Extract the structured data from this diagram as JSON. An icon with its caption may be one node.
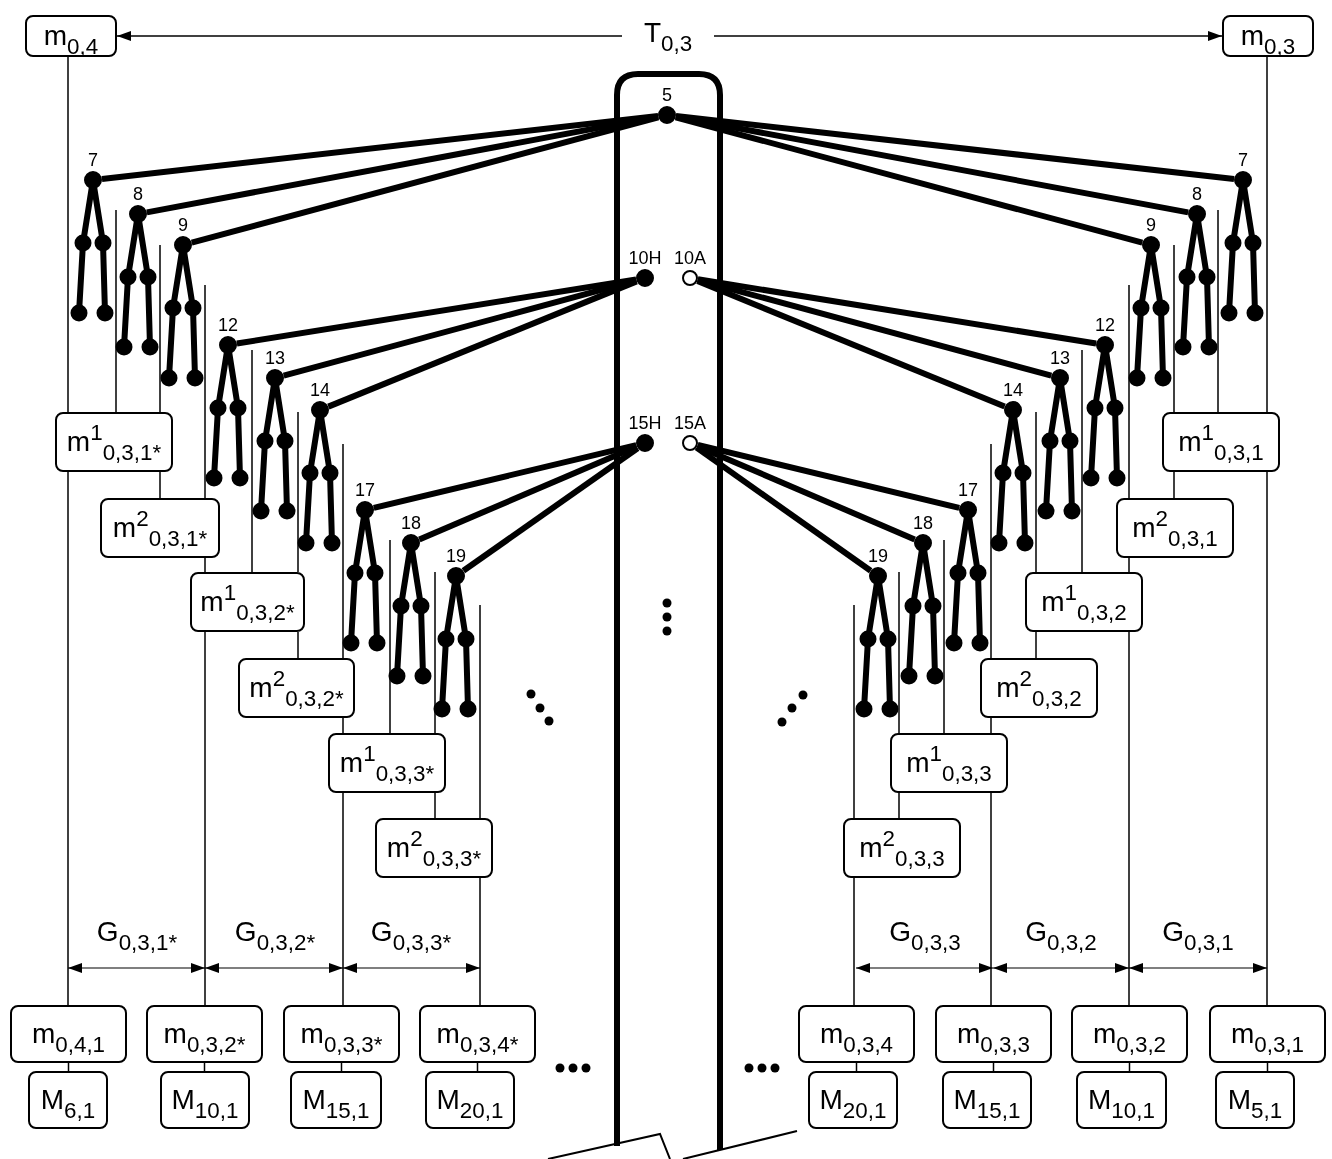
{
  "diagram": {
    "nodes": [
      {
        "text": [
          "m$_{0,4}$"
        ]
      },
      {
        "text": [
          "T$_{0,3}$"
        ]
      },
      {
        "text": [
          "m$_{0,3}$"
        ]
      },
      {
        "text": [],
        "shape": "dot",
        "beside": [
          "5"
        ]
      },
      {
        "text": [],
        "shape": "dot",
        "beside": [
          "10H"
        ]
      },
      {
        "text": [],
        "shape": "circle",
        "beside": [
          "10A"
        ]
      },
      {
        "text": [],
        "shape": "dot",
        "beside": [
          "15H"
        ]
      },
      {
        "text": [],
        "shape": "circle",
        "beside": [
          "15A"
        ]
      },
      {
        "text": [],
        "shape": "dot",
        "beside": [
          "7"
        ]
      },
      {
        "text": [],
        "shape": "dot",
        "beside": [
          "8"
        ]
      },
      {
        "text": [],
        "shape": "dot",
        "beside": [
          "9"
        ]
      },
      {
        "text": [],
        "shape": "dot",
        "beside": [
          "12"
        ]
      },
      {
        "text": [],
        "shape": "dot",
        "beside": [
          "13"
        ]
      },
      {
        "text": [],
        "shape": "dot",
        "beside": [
          "14"
        ]
      },
      {
        "text": [],
        "shape": "dot",
        "beside": [
          "17"
        ]
      },
      {
        "text": [],
        "shape": "dot",
        "beside": [
          "18"
        ]
      },
      {
        "text": [],
        "shape": "dot",
        "beside": [
          "19"
        ]
      },
      {
        "text": [],
        "shape": "dot",
        "beside": [
          "7"
        ]
      },
      {
        "text": [],
        "shape": "dot",
        "beside": [
          "8"
        ]
      },
      {
        "text": [],
        "shape": "dot",
        "beside": [
          "9"
        ]
      },
      {
        "text": [],
        "shape": "dot",
        "beside": [
          "12"
        ]
      },
      {
        "text": [],
        "shape": "dot",
        "beside": [
          "13"
        ]
      },
      {
        "text": [],
        "shape": "dot",
        "beside": [
          "14"
        ]
      },
      {
        "text": [],
        "shape": "dot",
        "beside": [
          "17"
        ]
      },
      {
        "text": [],
        "shape": "dot",
        "beside": [
          "18"
        ]
      },
      {
        "text": [],
        "shape": "dot",
        "beside": [
          "19"
        ]
      },
      {
        "text": [
          "m$^{1}$$_{0,3,1*}$"
        ]
      },
      {
        "text": [
          "m$^{2}$$_{0,3,1*}$"
        ]
      },
      {
        "text": [
          "m$^{1}$$_{0,3,2*}$"
        ]
      },
      {
        "text": [
          "m$^{2}$$_{0,3,2*}$"
        ]
      },
      {
        "text": [
          "m$^{1}$$_{0,3,3*}$"
        ]
      },
      {
        "text": [
          "m$^{2}$$_{0,3,3*}$"
        ]
      },
      {
        "text": [
          "m$^{1}$$_{0,3,1}$"
        ]
      },
      {
        "text": [
          "m$^{2}$$_{0,3,1}$"
        ]
      },
      {
        "text": [
          "m$^{1}$$_{0,3,2}$"
        ]
      },
      {
        "text": [
          "m$^{2}$$_{0,3,2}$"
        ]
      },
      {
        "text": [
          "m$^{1}$$_{0,3,3}$"
        ]
      },
      {
        "text": [
          "m$^{2}$$_{0,3,3}$"
        ]
      },
      {
        "text": [
          "m$_{0,4,1}$"
        ]
      },
      {
        "text": [
          "m$_{0,3,2*}$"
        ]
      },
      {
        "text": [
          "m$_{0,3,3*}$"
        ]
      },
      {
        "text": [
          "m$_{0,3,4*}$"
        ]
      },
      {
        "text": [
          "m$_{0,3,4}$"
        ]
      },
      {
        "text": [
          "m$_{0,3,3}$"
        ]
      },
      {
        "text": [
          "m$_{0,3,2}$"
        ]
      },
      {
        "text": [
          "m$_{0,3,1}$"
        ]
      },
      {
        "text": [
          "M$_{6,1}$"
        ]
      },
      {
        "text": [
          "M$_{10,1}$"
        ]
      },
      {
        "text": [
          "M$_{15,1}$"
        ]
      },
      {
        "text": [
          "M$_{20,1}$"
        ]
      },
      {
        "text": [
          "M$_{20,1}$"
        ]
      },
      {
        "text": [
          "M$_{15,1}$"
        ]
      },
      {
        "text": [
          "M$_{10,1}$"
        ]
      },
      {
        "text": [
          "M$_{5,1}$"
        ]
      }
    ],
    "edges": [
      {
        "from": 1,
        "to": 0,
        "arrow": "to"
      },
      {
        "from": 1,
        "to": 2,
        "arrow": "to"
      },
      {
        "from": 3,
        "to": 8,
        "arrow": "none",
        "style": "thick"
      },
      {
        "from": 3,
        "to": 9,
        "arrow": "none",
        "style": "thick"
      },
      {
        "from": 3,
        "to": 10,
        "arrow": "none",
        "style": "thick"
      },
      {
        "from": 3,
        "to": 17,
        "arrow": "none",
        "style": "thick"
      },
      {
        "from": 3,
        "to": 18,
        "arrow": "none",
        "style": "thick"
      },
      {
        "from": 3,
        "to": 19,
        "arrow": "none",
        "style": "thick"
      },
      {
        "from": 4,
        "to": 11,
        "arrow": "none",
        "style": "thick"
      },
      {
        "from": 4,
        "to": 12,
        "arrow": "none",
        "style": "thick"
      },
      {
        "from": 4,
        "to": 13,
        "arrow": "none",
        "style": "thick"
      },
      {
        "from": 5,
        "to": 20,
        "arrow": "none",
        "style": "thick"
      },
      {
        "from": 5,
        "to": 21,
        "arrow": "none",
        "style": "thick"
      },
      {
        "from": 5,
        "to": 22,
        "arrow": "none",
        "style": "thick"
      },
      {
        "from": 6,
        "to": 14,
        "arrow": "none",
        "style": "thick"
      },
      {
        "from": 6,
        "to": 15,
        "arrow": "none",
        "style": "thick"
      },
      {
        "from": 6,
        "to": 16,
        "arrow": "none",
        "style": "thick"
      },
      {
        "from": 7,
        "to": 23,
        "arrow": "none",
        "style": "thick"
      },
      {
        "from": 7,
        "to": 24,
        "arrow": "none",
        "style": "thick"
      },
      {
        "from": 7,
        "to": 25,
        "arrow": "none",
        "style": "thick"
      },
      {
        "from": 0,
        "to": 26,
        "arrow": "none"
      },
      {
        "from": 26,
        "to": 38,
        "arrow": "none"
      },
      {
        "from": 26,
        "to": 27,
        "arrow": "none"
      },
      {
        "from": 27,
        "to": 28,
        "arrow": "none"
      },
      {
        "from": 28,
        "to": 39,
        "arrow": "none"
      },
      {
        "from": 28,
        "to": 29,
        "arrow": "none"
      },
      {
        "from": 29,
        "to": 30,
        "arrow": "none"
      },
      {
        "from": 30,
        "to": 40,
        "arrow": "none"
      },
      {
        "from": 30,
        "to": 31,
        "arrow": "none"
      },
      {
        "from": 31,
        "to": 41,
        "arrow": "none"
      },
      {
        "from": 2,
        "to": 32,
        "arrow": "none"
      },
      {
        "from": 32,
        "to": 45,
        "arrow": "none"
      },
      {
        "from": 32,
        "to": 33,
        "arrow": "none"
      },
      {
        "from": 33,
        "to": 34,
        "arrow": "none"
      },
      {
        "from": 34,
        "to": 44,
        "arrow": "none"
      },
      {
        "from": 34,
        "to": 35,
        "arrow": "none"
      },
      {
        "from": 35,
        "to": 36,
        "arrow": "none"
      },
      {
        "from": 36,
        "to": 43,
        "arrow": "none"
      },
      {
        "from": 36,
        "to": 37,
        "arrow": "none"
      },
      {
        "from": 37,
        "to": 42,
        "arrow": "none"
      },
      {
        "from": 38,
        "to": 46,
        "arrow": "none"
      },
      {
        "from": 39,
        "to": 47,
        "arrow": "none"
      },
      {
        "from": 40,
        "to": 48,
        "arrow": "none"
      },
      {
        "from": 41,
        "to": 49,
        "arrow": "none"
      },
      {
        "from": 42,
        "to": 50,
        "arrow": "none"
      },
      {
        "from": 43,
        "to": 51,
        "arrow": "none"
      },
      {
        "from": 44,
        "to": 52,
        "arrow": "none"
      },
      {
        "from": 45,
        "to": 53,
        "arrow": "none"
      }
    ],
    "labels": [
      "G$_{0,3,1*}$",
      "G$_{0,3,2*}$",
      "G$_{0,3,3*}$",
      "G$_{0,3,3}$",
      "G$_{0,3,2}$",
      "G$_{0,3,1}$"
    ]
  }
}
